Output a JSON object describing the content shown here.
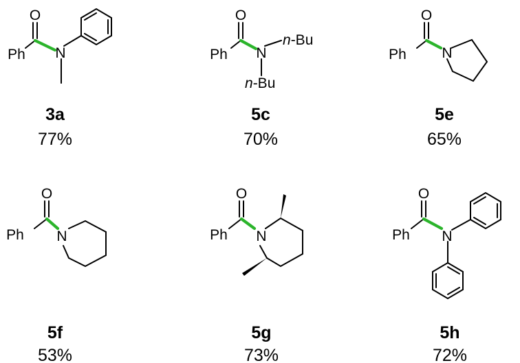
{
  "compounds": [
    {
      "id": "3a",
      "yield": "77%",
      "atoms": {
        "carbonyl_o": "O",
        "phenyl": "Ph",
        "nitrogen": "N"
      }
    },
    {
      "id": "5c",
      "yield": "70%",
      "atoms": {
        "carbonyl_o": "O",
        "phenyl": "Ph",
        "nitrogen": "N",
        "sub1_prefix": "n",
        "sub1_suffix": "-Bu",
        "sub2_prefix": "n",
        "sub2_suffix": "-Bu"
      }
    },
    {
      "id": "5e",
      "yield": "65%",
      "atoms": {
        "carbonyl_o": "O",
        "phenyl": "Ph",
        "nitrogen": "N"
      }
    },
    {
      "id": "5f",
      "yield": "53%",
      "atoms": {
        "carbonyl_o": "O",
        "phenyl": "Ph",
        "nitrogen": "N"
      }
    },
    {
      "id": "5g",
      "yield": "73%",
      "atoms": {
        "carbonyl_o": "O",
        "phenyl": "Ph",
        "nitrogen": "N"
      }
    },
    {
      "id": "5h",
      "yield": "72%",
      "atoms": {
        "carbonyl_o": "O",
        "phenyl": "Ph",
        "nitrogen": "N"
      }
    }
  ],
  "colors": {
    "highlight_bond": "#2bb42b",
    "ink": "#000000"
  }
}
